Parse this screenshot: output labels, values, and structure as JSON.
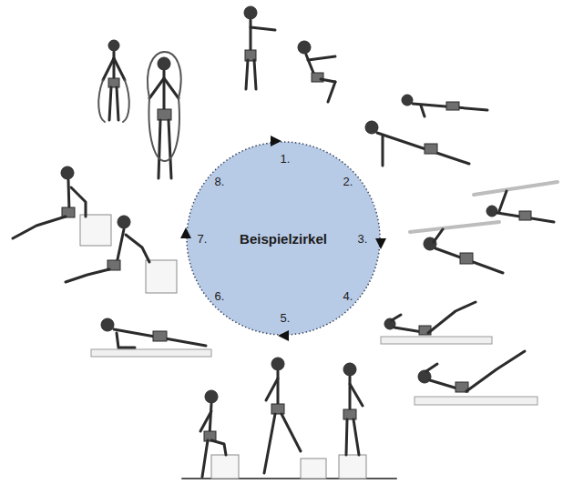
{
  "diagram": {
    "nodes": [
      {
        "text": [
          "Beispielzirkel"
        ]
      }
    ],
    "labels": [
      "1.",
      "2.",
      "3.",
      "4.",
      "5.",
      "6.",
      "7.",
      "8."
    ]
  }
}
